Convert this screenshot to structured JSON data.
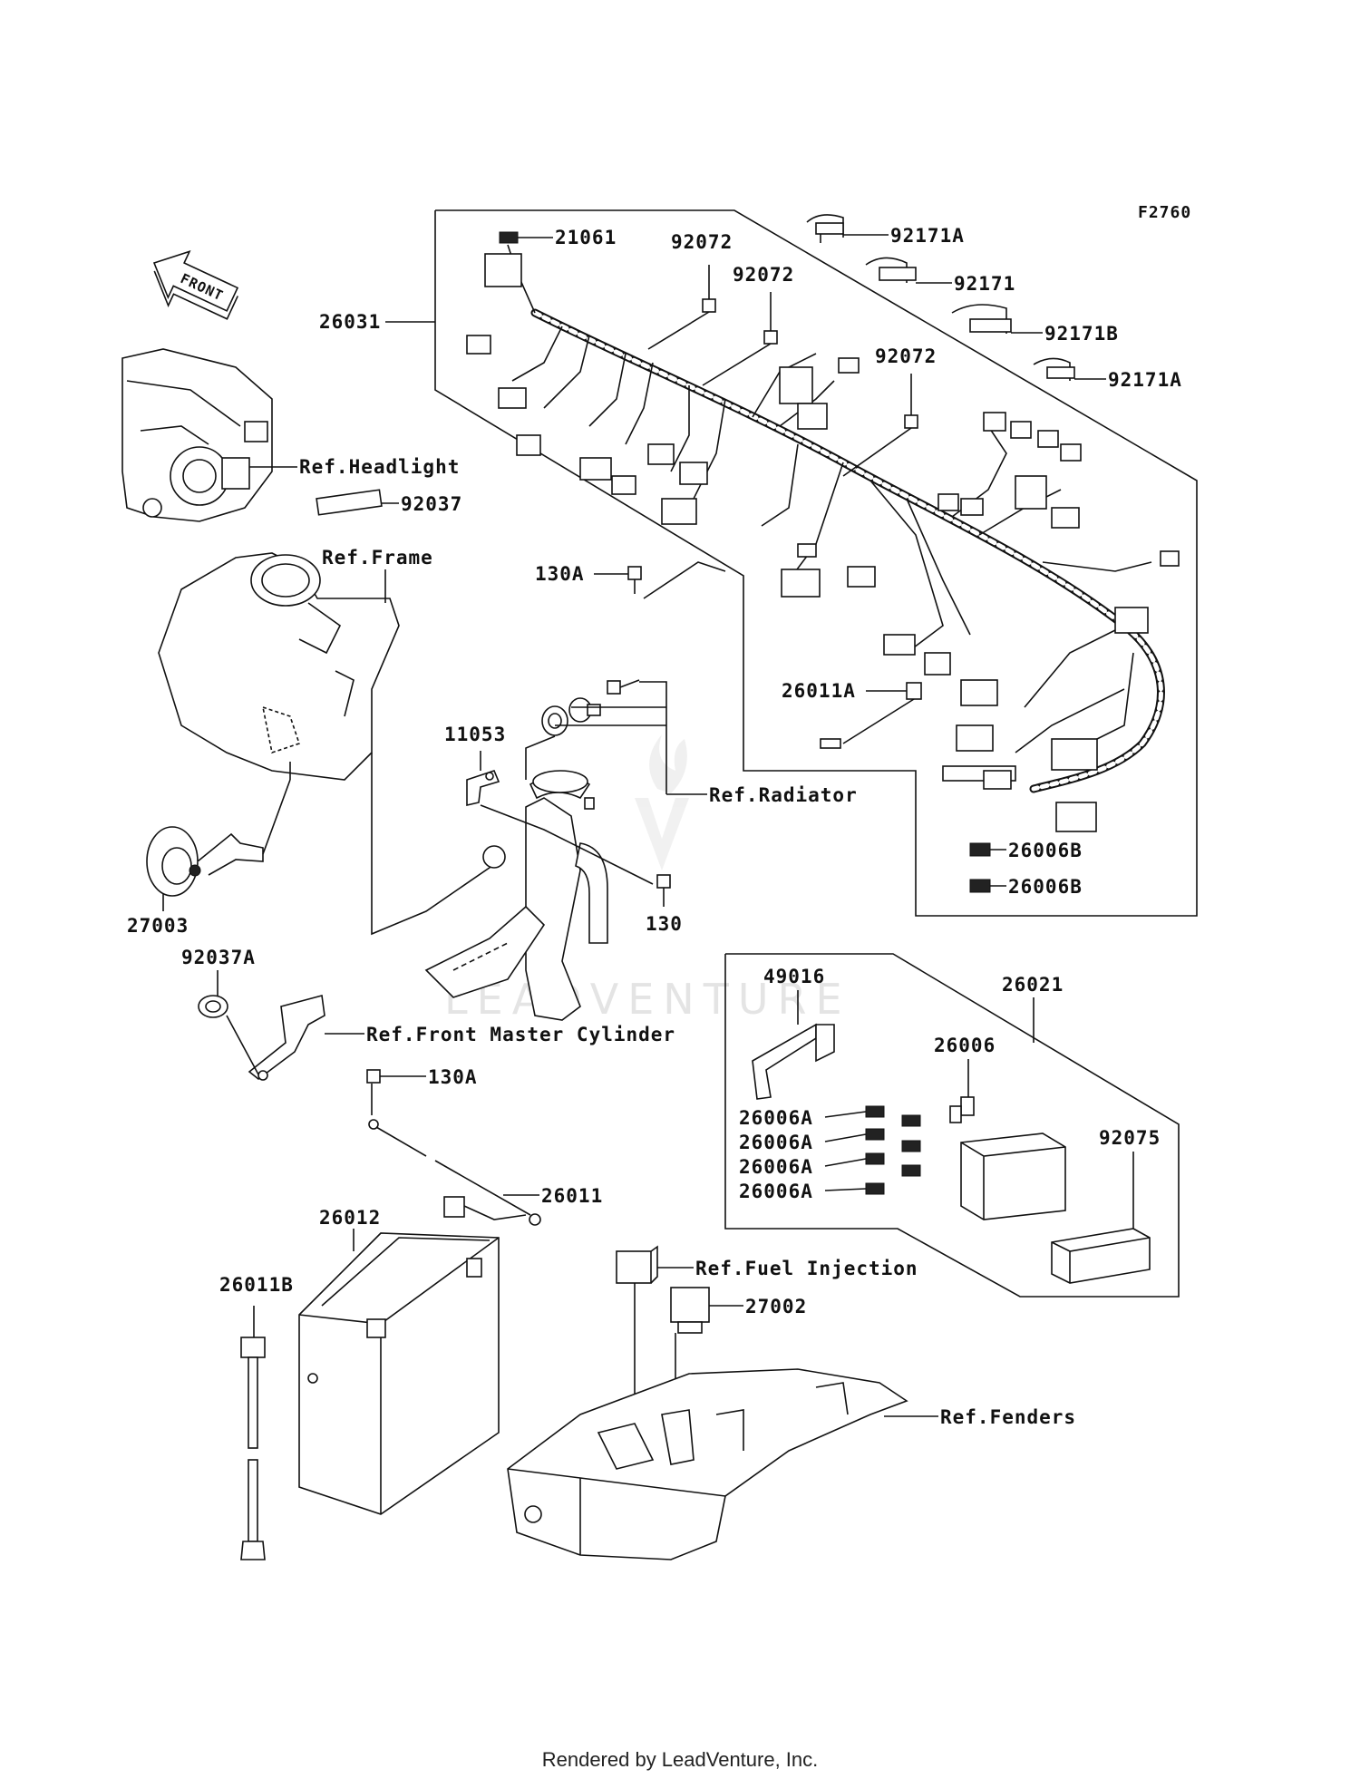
{
  "figure_code": "F2760",
  "front_arrow": "FRONT",
  "watermark": "LEADVENTURE",
  "footer": "Rendered by LeadVenture, Inc.",
  "callouts": {
    "p21061": "21061",
    "p92072a": "92072",
    "p92072b": "92072",
    "p92072c": "92072",
    "p92171a_top": "92171A",
    "p92171": "92171",
    "p92171b": "92171B",
    "p92171a_bot": "92171A",
    "p26031": "26031",
    "ref_headlight": "Ref.Headlight",
    "p92037": "92037",
    "ref_frame": "Ref.Frame",
    "p130a_top": "130A",
    "p26011a": "26011A",
    "p11053": "11053",
    "ref_radiator": "Ref.Radiator",
    "p26006b_1": "26006B",
    "p26006b_2": "26006B",
    "p130": "130",
    "p27003": "27003",
    "p92037a": "92037A",
    "ref_front_master_cylinder": "Ref.Front Master Cylinder",
    "p130a_bot": "130A",
    "p26011": "26011",
    "p26012": "26012",
    "p26011b": "26011B",
    "ref_fuel_injection": "Ref.Fuel Injection",
    "p27002": "27002",
    "ref_fenders": "Ref.Fenders",
    "p49016": "49016",
    "p26021": "26021",
    "p26006": "26006",
    "p26006a_1": "26006A",
    "p26006a_2": "26006A",
    "p26006a_3": "26006A",
    "p26006a_4": "26006A",
    "p92075": "92075"
  }
}
